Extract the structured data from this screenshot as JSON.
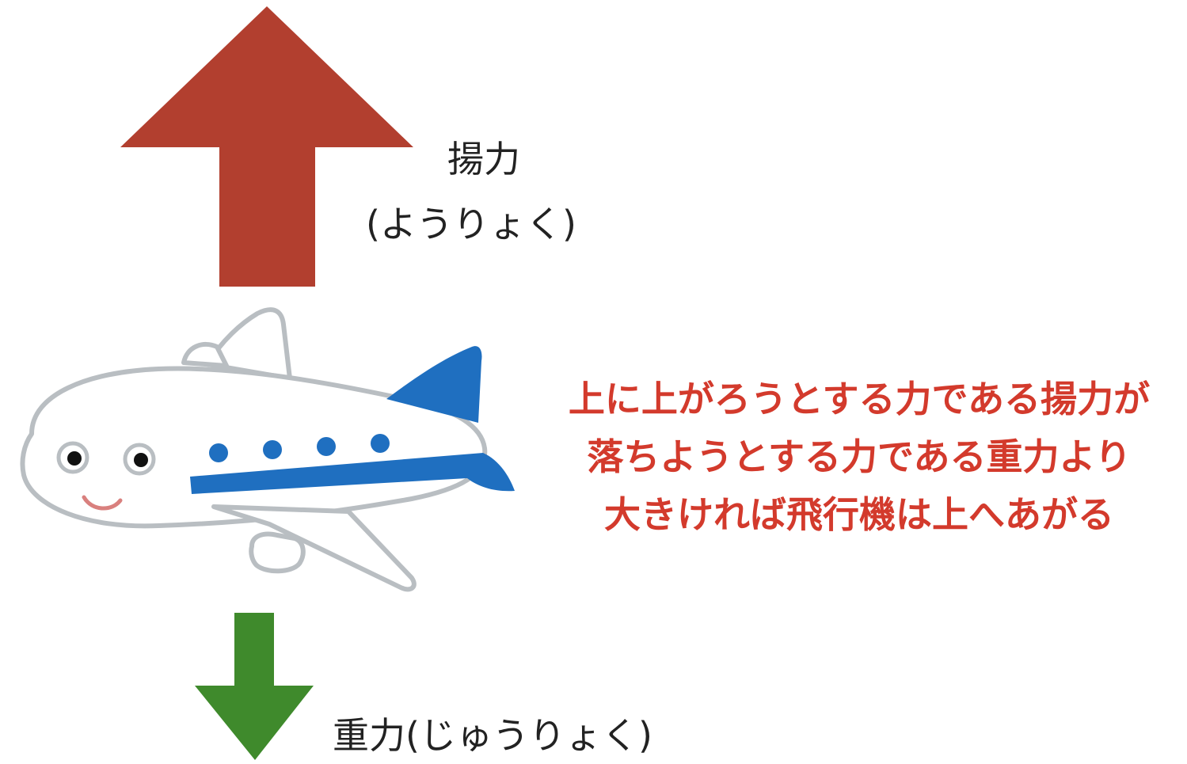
{
  "diagram": {
    "lift": {
      "title": "揚力",
      "reading": "(ようりょく)",
      "arrow_color": "#b23f2f"
    },
    "gravity": {
      "label": "重力(じゅうりょく)",
      "arrow_color": "#3f8a2c"
    },
    "explanation": {
      "color": "#d33a2c",
      "lines": [
        "上に上がろうとする力である揚力が",
        "落ちようとする力である重力より",
        "大きければ飛行機は上へあがる"
      ]
    },
    "airplane": {
      "body_color": "#ffffff",
      "outline_color": "#b9bec2",
      "accent_color": "#1f6fc0",
      "smile_color": "#d9807e"
    }
  }
}
